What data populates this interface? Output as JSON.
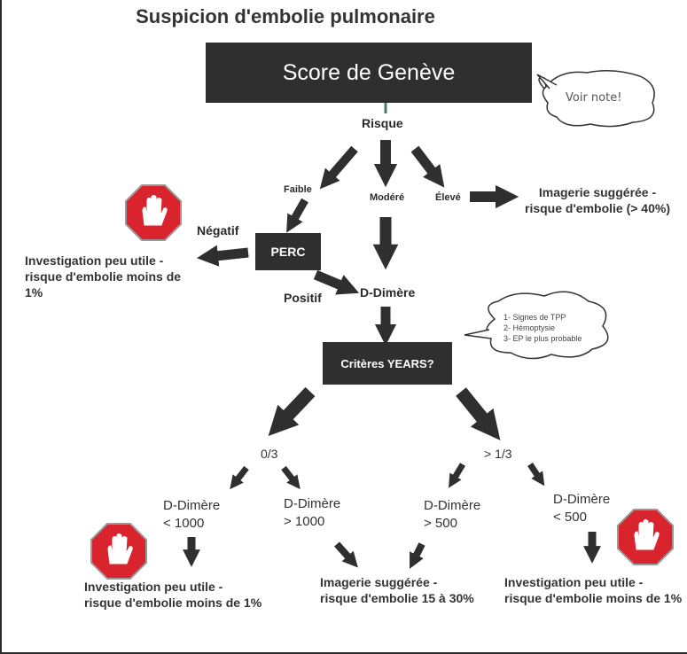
{
  "title": "Suspicion d'embolie pulmonaire",
  "score_box": "Score de Genève",
  "note_bubble": "Voir note!",
  "labels": {
    "risque": "Risque",
    "faible": "Faible",
    "modere": "Modéré",
    "eleve": "Élevé",
    "negatif": "Négatif",
    "positif": "Positif",
    "perc": "PERC",
    "ddimere_top": "D-Dimère",
    "years": "Critères YEARS?",
    "years_zero": "0/3",
    "years_more": "> 1/3"
  },
  "notes": [
    "1- Signes de TPP",
    "2- Hémoptysie",
    "3- EP le plus probable"
  ],
  "branches": {
    "d_lt1000": [
      "D-Dimère",
      "< 1000"
    ],
    "d_gt1000": [
      "D-Dimère",
      "> 1000"
    ],
    "d_gt500": [
      "D-Dimère",
      "> 500"
    ],
    "d_lt500": [
      "D-Dimère",
      "< 500"
    ]
  },
  "outcomes": {
    "imaging_high": [
      "Imagerie suggérée -",
      "risque d'embolie (> 40%)"
    ],
    "low_perc": [
      "Investigation peu utile -",
      "risque d'embolie moins de 1%"
    ],
    "low_left": [
      "Investigation peu utile -",
      "risque d'embolie moins de 1%"
    ],
    "imaging_mid": [
      "Imagerie suggérée -",
      "risque d'embolie 15 à 30%"
    ],
    "low_right": [
      "Investigation peu utile -",
      "risque d'embolie moins de 1%"
    ]
  },
  "colors": {
    "dark": "#2f2f2f",
    "stop_red": "#d9232d"
  },
  "icons": [
    "stop-hand-icon",
    "arrow-icon"
  ]
}
